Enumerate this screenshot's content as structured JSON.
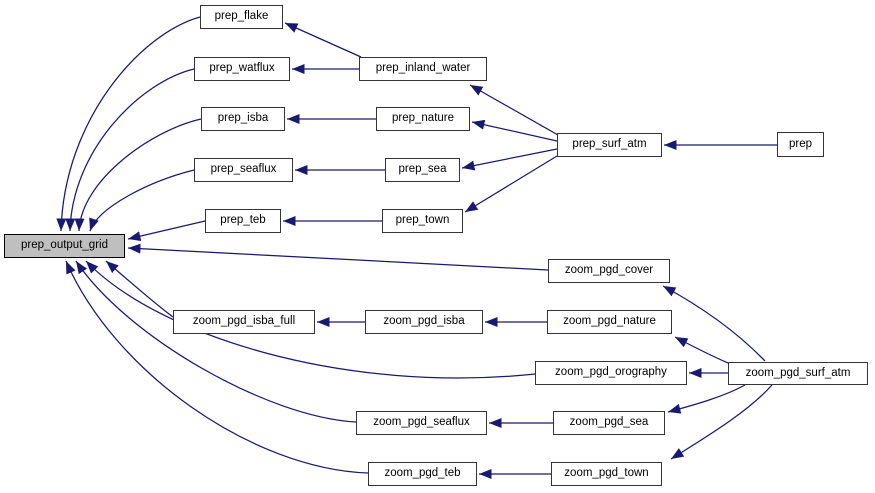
{
  "diagram": {
    "type": "call-graph",
    "background_color": "#ffffff",
    "edge_color": "#191970",
    "node_fill": "#ffffff",
    "node_border_color": "#343434",
    "highlighted_node_fill": "#bfbfbf",
    "highlighted_node": "prep_output_grid"
  },
  "nodes": [
    {
      "id": "prep_output_grid",
      "label": "prep_output_grid",
      "highlighted": true
    },
    {
      "id": "prep_flake",
      "label": "prep_flake",
      "highlighted": false
    },
    {
      "id": "prep_watflux",
      "label": "prep_watflux",
      "highlighted": false
    },
    {
      "id": "prep_inland_water",
      "label": "prep_inland_water",
      "highlighted": false
    },
    {
      "id": "prep_isba",
      "label": "prep_isba",
      "highlighted": false
    },
    {
      "id": "prep_nature",
      "label": "prep_nature",
      "highlighted": false
    },
    {
      "id": "prep_seaflux",
      "label": "prep_seaflux",
      "highlighted": false
    },
    {
      "id": "prep_sea",
      "label": "prep_sea",
      "highlighted": false
    },
    {
      "id": "prep_surf_atm",
      "label": "prep_surf_atm",
      "highlighted": false
    },
    {
      "id": "prep",
      "label": "prep",
      "highlighted": false
    },
    {
      "id": "prep_teb",
      "label": "prep_teb",
      "highlighted": false
    },
    {
      "id": "prep_town",
      "label": "prep_town",
      "highlighted": false
    },
    {
      "id": "zoom_pgd_cover",
      "label": "zoom_pgd_cover",
      "highlighted": false
    },
    {
      "id": "zoom_pgd_isba_full",
      "label": "zoom_pgd_isba_full",
      "highlighted": false
    },
    {
      "id": "zoom_pgd_isba",
      "label": "zoom_pgd_isba",
      "highlighted": false
    },
    {
      "id": "zoom_pgd_nature",
      "label": "zoom_pgd_nature",
      "highlighted": false
    },
    {
      "id": "zoom_pgd_orography",
      "label": "zoom_pgd_orography",
      "highlighted": false
    },
    {
      "id": "zoom_pgd_surf_atm",
      "label": "zoom_pgd_surf_atm",
      "highlighted": false
    },
    {
      "id": "zoom_pgd_seaflux",
      "label": "zoom_pgd_seaflux",
      "highlighted": false
    },
    {
      "id": "zoom_pgd_sea",
      "label": "zoom_pgd_sea",
      "highlighted": false
    },
    {
      "id": "zoom_pgd_teb",
      "label": "zoom_pgd_teb",
      "highlighted": false
    },
    {
      "id": "zoom_pgd_town",
      "label": "zoom_pgd_town",
      "highlighted": false
    }
  ],
  "edges": [
    {
      "from": "prep_flake",
      "to": "prep_output_grid"
    },
    {
      "from": "prep_watflux",
      "to": "prep_output_grid"
    },
    {
      "from": "prep_isba",
      "to": "prep_output_grid"
    },
    {
      "from": "prep_seaflux",
      "to": "prep_output_grid"
    },
    {
      "from": "prep_teb",
      "to": "prep_output_grid"
    },
    {
      "from": "zoom_pgd_cover",
      "to": "prep_output_grid"
    },
    {
      "from": "zoom_pgd_isba_full",
      "to": "prep_output_grid"
    },
    {
      "from": "zoom_pgd_orography",
      "to": "prep_output_grid"
    },
    {
      "from": "zoom_pgd_seaflux",
      "to": "prep_output_grid"
    },
    {
      "from": "zoom_pgd_teb",
      "to": "prep_output_grid"
    },
    {
      "from": "prep_inland_water",
      "to": "prep_flake"
    },
    {
      "from": "prep_inland_water",
      "to": "prep_watflux"
    },
    {
      "from": "prep_nature",
      "to": "prep_isba"
    },
    {
      "from": "prep_sea",
      "to": "prep_seaflux"
    },
    {
      "from": "prep_town",
      "to": "prep_teb"
    },
    {
      "from": "prep_surf_atm",
      "to": "prep_inland_water"
    },
    {
      "from": "prep_surf_atm",
      "to": "prep_nature"
    },
    {
      "from": "prep_surf_atm",
      "to": "prep_sea"
    },
    {
      "from": "prep_surf_atm",
      "to": "prep_town"
    },
    {
      "from": "prep",
      "to": "prep_surf_atm"
    },
    {
      "from": "zoom_pgd_isba",
      "to": "zoom_pgd_isba_full"
    },
    {
      "from": "zoom_pgd_nature",
      "to": "zoom_pgd_isba"
    },
    {
      "from": "zoom_pgd_sea",
      "to": "zoom_pgd_seaflux"
    },
    {
      "from": "zoom_pgd_town",
      "to": "zoom_pgd_teb"
    },
    {
      "from": "zoom_pgd_surf_atm",
      "to": "zoom_pgd_cover"
    },
    {
      "from": "zoom_pgd_surf_atm",
      "to": "zoom_pgd_nature"
    },
    {
      "from": "zoom_pgd_surf_atm",
      "to": "zoom_pgd_orography"
    },
    {
      "from": "zoom_pgd_surf_atm",
      "to": "zoom_pgd_sea"
    },
    {
      "from": "zoom_pgd_surf_atm",
      "to": "zoom_pgd_town"
    }
  ]
}
